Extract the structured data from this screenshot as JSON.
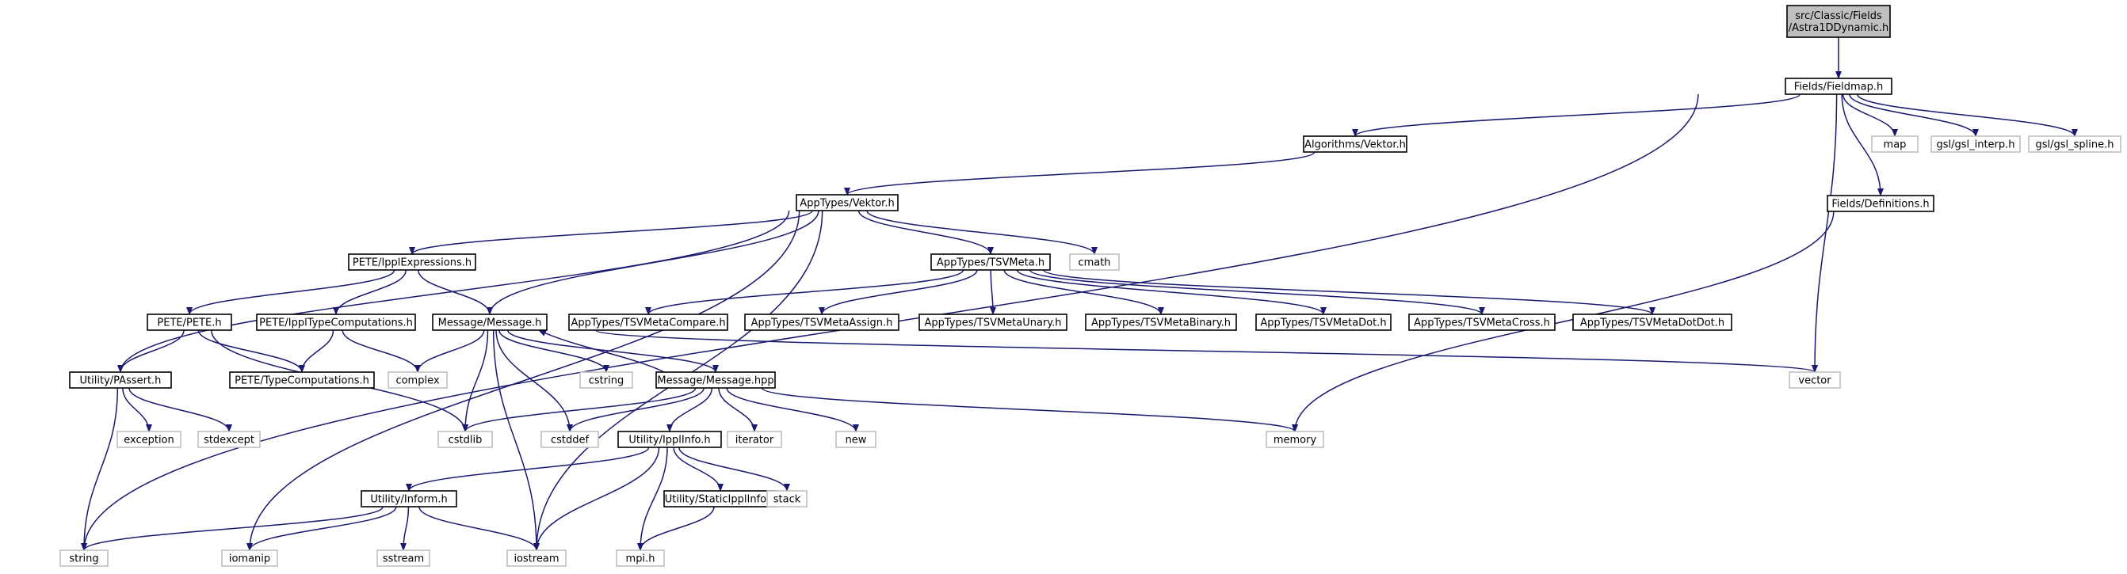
{
  "diagram": {
    "root": "src/Classic/Fields/Astra1DDynamic.h",
    "nodes": [
      {
        "id": "root",
        "lines": [
          "src/Classic/Fields",
          "/Astra1DDynamic.h"
        ],
        "kind": "root"
      },
      {
        "id": "fieldmap",
        "lines": [
          "Fields/Fieldmap.h"
        ],
        "kind": "header"
      },
      {
        "id": "vektor_alg",
        "lines": [
          "Algorithms/Vektor.h"
        ],
        "kind": "header"
      },
      {
        "id": "map",
        "lines": [
          "map"
        ],
        "kind": "system"
      },
      {
        "id": "gsl_interp",
        "lines": [
          "gsl/gsl_interp.h"
        ],
        "kind": "system"
      },
      {
        "id": "gsl_spline",
        "lines": [
          "gsl/gsl_spline.h"
        ],
        "kind": "system"
      },
      {
        "id": "definitions",
        "lines": [
          "Fields/Definitions.h"
        ],
        "kind": "header"
      },
      {
        "id": "vektor_app",
        "lines": [
          "AppTypes/Vektor.h"
        ],
        "kind": "header"
      },
      {
        "id": "ippl_expr",
        "lines": [
          "PETE/IpplExpressions.h"
        ],
        "kind": "header"
      },
      {
        "id": "tsvmeta",
        "lines": [
          "AppTypes/TSVMeta.h"
        ],
        "kind": "header"
      },
      {
        "id": "cmath",
        "lines": [
          "cmath"
        ],
        "kind": "system"
      },
      {
        "id": "pete",
        "lines": [
          "PETE/PETE.h"
        ],
        "kind": "header"
      },
      {
        "id": "ippl_typecomp",
        "lines": [
          "PETE/IpplTypeComputations.h"
        ],
        "kind": "header"
      },
      {
        "id": "message_h",
        "lines": [
          "Message/Message.h"
        ],
        "kind": "header"
      },
      {
        "id": "tsv_compare",
        "lines": [
          "AppTypes/TSVMetaCompare.h"
        ],
        "kind": "header"
      },
      {
        "id": "tsv_assign",
        "lines": [
          "AppTypes/TSVMetaAssign.h"
        ],
        "kind": "header"
      },
      {
        "id": "tsv_unary",
        "lines": [
          "AppTypes/TSVMetaUnary.h"
        ],
        "kind": "header"
      },
      {
        "id": "tsv_binary",
        "lines": [
          "AppTypes/TSVMetaBinary.h"
        ],
        "kind": "header"
      },
      {
        "id": "tsv_dot",
        "lines": [
          "AppTypes/TSVMetaDot.h"
        ],
        "kind": "header"
      },
      {
        "id": "tsv_cross",
        "lines": [
          "AppTypes/TSVMetaCross.h"
        ],
        "kind": "header"
      },
      {
        "id": "tsv_dotdot",
        "lines": [
          "AppTypes/TSVMetaDotDot.h"
        ],
        "kind": "header"
      },
      {
        "id": "utility_passert",
        "lines": [
          "Utility/PAssert.h"
        ],
        "kind": "header"
      },
      {
        "id": "pete_typecomp",
        "lines": [
          "PETE/TypeComputations.h"
        ],
        "kind": "header"
      },
      {
        "id": "complex",
        "lines": [
          "complex"
        ],
        "kind": "system"
      },
      {
        "id": "cstring",
        "lines": [
          "cstring"
        ],
        "kind": "system"
      },
      {
        "id": "message_hpp",
        "lines": [
          "Message/Message.hpp"
        ],
        "kind": "header"
      },
      {
        "id": "vector",
        "lines": [
          "vector"
        ],
        "kind": "system"
      },
      {
        "id": "exception",
        "lines": [
          "exception"
        ],
        "kind": "system"
      },
      {
        "id": "stdexcept",
        "lines": [
          "stdexcept"
        ],
        "kind": "system"
      },
      {
        "id": "cstdlib",
        "lines": [
          "cstdlib"
        ],
        "kind": "system"
      },
      {
        "id": "cstddef",
        "lines": [
          "cstddef"
        ],
        "kind": "system"
      },
      {
        "id": "ipplinfo",
        "lines": [
          "Utility/IpplInfo.h"
        ],
        "kind": "header"
      },
      {
        "id": "iterator",
        "lines": [
          "iterator"
        ],
        "kind": "system"
      },
      {
        "id": "new",
        "lines": [
          "new"
        ],
        "kind": "system"
      },
      {
        "id": "memory",
        "lines": [
          "memory"
        ],
        "kind": "system"
      },
      {
        "id": "inform",
        "lines": [
          "Utility/Inform.h"
        ],
        "kind": "header"
      },
      {
        "id": "staticippl",
        "lines": [
          "Utility/StaticIpplInfo.h"
        ],
        "kind": "header"
      },
      {
        "id": "stack",
        "lines": [
          "stack"
        ],
        "kind": "system"
      },
      {
        "id": "string",
        "lines": [
          "string"
        ],
        "kind": "system"
      },
      {
        "id": "iomanip",
        "lines": [
          "iomanip"
        ],
        "kind": "system"
      },
      {
        "id": "sstream",
        "lines": [
          "sstream"
        ],
        "kind": "system"
      },
      {
        "id": "iostream",
        "lines": [
          "iostream"
        ],
        "kind": "system"
      },
      {
        "id": "mpi",
        "lines": [
          "mpi.h"
        ],
        "kind": "system"
      }
    ],
    "edges": [
      [
        "root",
        "fieldmap"
      ],
      [
        "fieldmap",
        "string"
      ],
      [
        "fieldmap",
        "vektor_alg"
      ],
      [
        "fieldmap",
        "map"
      ],
      [
        "fieldmap",
        "gsl_interp"
      ],
      [
        "fieldmap",
        "gsl_spline"
      ],
      [
        "fieldmap",
        "vector"
      ],
      [
        "fieldmap",
        "definitions"
      ],
      [
        "vektor_alg",
        "vektor_app"
      ],
      [
        "definitions",
        "memory"
      ],
      [
        "vektor_app",
        "iomanip"
      ],
      [
        "vektor_app",
        "utility_passert"
      ],
      [
        "vektor_app",
        "ippl_expr"
      ],
      [
        "vektor_app",
        "message_h"
      ],
      [
        "vektor_app",
        "tsvmeta"
      ],
      [
        "vektor_app",
        "cmath"
      ],
      [
        "vektor_app",
        "iostream"
      ],
      [
        "ippl_expr",
        "pete"
      ],
      [
        "ippl_expr",
        "ippl_typecomp"
      ],
      [
        "ippl_expr",
        "message_h"
      ],
      [
        "tsvmeta",
        "tsv_compare"
      ],
      [
        "tsvmeta",
        "tsv_assign"
      ],
      [
        "tsvmeta",
        "tsv_unary"
      ],
      [
        "tsvmeta",
        "tsv_binary"
      ],
      [
        "tsvmeta",
        "tsv_dot"
      ],
      [
        "tsvmeta",
        "tsv_cross"
      ],
      [
        "tsvmeta",
        "tsv_dotdot"
      ],
      [
        "pete",
        "utility_passert"
      ],
      [
        "pete",
        "pete_typecomp"
      ],
      [
        "pete",
        "cstdlib"
      ],
      [
        "ippl_typecomp",
        "pete_typecomp"
      ],
      [
        "ippl_typecomp",
        "complex"
      ],
      [
        "message_h",
        "complex"
      ],
      [
        "message_h",
        "cstring"
      ],
      [
        "message_h",
        "cstdlib"
      ],
      [
        "message_h",
        "cstddef"
      ],
      [
        "message_h",
        "iostream"
      ],
      [
        "message_h",
        "message_hpp"
      ],
      [
        "message_h",
        "vector"
      ],
      [
        "message_hpp",
        "message_h"
      ],
      [
        "message_hpp",
        "cstdlib"
      ],
      [
        "message_hpp",
        "cstddef"
      ],
      [
        "message_hpp",
        "ipplinfo"
      ],
      [
        "message_hpp",
        "iterator"
      ],
      [
        "message_hpp",
        "new"
      ],
      [
        "message_hpp",
        "memory"
      ],
      [
        "utility_passert",
        "exception"
      ],
      [
        "utility_passert",
        "stdexcept"
      ],
      [
        "utility_passert",
        "string"
      ],
      [
        "ipplinfo",
        "inform"
      ],
      [
        "ipplinfo",
        "staticippl"
      ],
      [
        "ipplinfo",
        "stack"
      ],
      [
        "ipplinfo",
        "iostream"
      ],
      [
        "ipplinfo",
        "mpi"
      ],
      [
        "staticippl",
        "mpi"
      ],
      [
        "inform",
        "string"
      ],
      [
        "inform",
        "iomanip"
      ],
      [
        "inform",
        "sstream"
      ],
      [
        "inform",
        "iostream"
      ]
    ]
  }
}
